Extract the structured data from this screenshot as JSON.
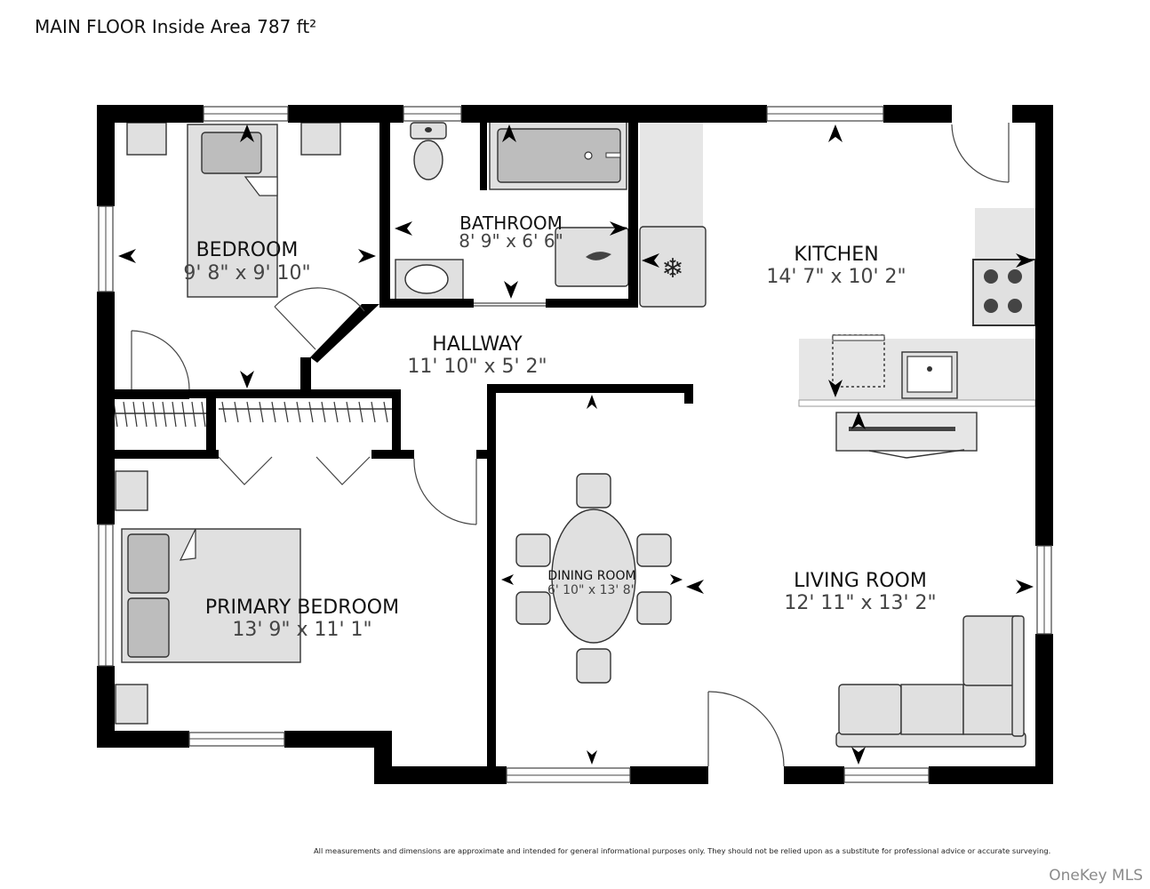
{
  "header": {
    "title": "MAIN FLOOR Inside Area 787 ft²"
  },
  "rooms": [
    {
      "id": "bedroom",
      "name": "BEDROOM",
      "dims": "9' 8\" x 9' 10\""
    },
    {
      "id": "bathroom",
      "name": "BATHROOM",
      "dims": "8' 9\" x 6' 6\""
    },
    {
      "id": "kitchen",
      "name": "KITCHEN",
      "dims": "14' 7\" x 10' 2\""
    },
    {
      "id": "hallway",
      "name": "HALLWAY",
      "dims": "11' 10\" x 5' 2\""
    },
    {
      "id": "dining-room",
      "name": "DINING ROOM",
      "dims": "6' 10\" x 13' 8\""
    },
    {
      "id": "living-room",
      "name": "LIVING ROOM",
      "dims": "12' 11\" x 13' 2\""
    },
    {
      "id": "primary-bedroom",
      "name": "PRIMARY BEDROOM",
      "dims": "13' 9\" x 11' 1\""
    }
  ],
  "footer": {
    "disclaimer": "All measurements and dimensions are approximate and intended for general informational purposes only. They should not be relied upon as a substitute for professional advice or accurate surveying.",
    "brand": "OneKey MLS"
  },
  "colors": {
    "wall": "#000000",
    "fixture": "#e0e0e0",
    "fixture_dark": "#bdbdbd",
    "text": "#111111",
    "dim_text": "#444444"
  }
}
